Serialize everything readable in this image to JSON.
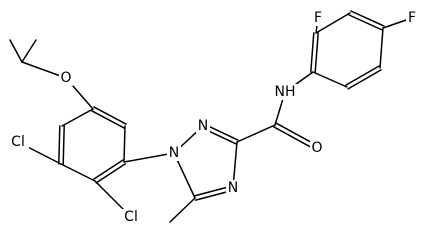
{
  "colors": {
    "background": "#ffffff",
    "ink": "#000000"
  },
  "atom_labels": {
    "o_ether": "O",
    "cl_upper": "Cl",
    "cl_lower": "Cl",
    "n1": "N",
    "n2": "N",
    "n4": "N",
    "o_carbonyl": "O",
    "nh": "NH",
    "f_ortho": "F",
    "f_para": "F"
  }
}
